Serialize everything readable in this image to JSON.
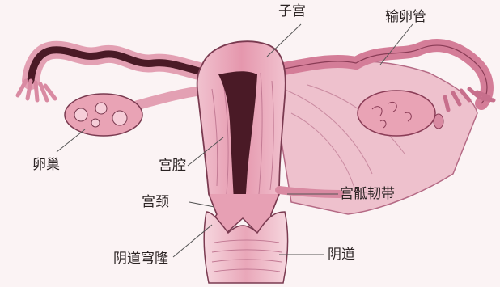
{
  "labels": {
    "uterus": "子宫",
    "fallopian_tube": "输卵管",
    "ovary": "卵巢",
    "uterine_cavity": "宫腔",
    "cervix": "宫颈",
    "cardinal_ligament": "宫骶韧带",
    "vaginal_fornix": "阴道穹隆",
    "vagina": "阴道"
  },
  "colors": {
    "background": "#fbf3f4",
    "tissue_pink": "#e9a3b5",
    "tissue_light": "#f4cfd9",
    "tissue_dark": "#c76f8c",
    "cavity": "#4a1a26",
    "outline": "#7a3a50",
    "leader_line": "#555555"
  }
}
